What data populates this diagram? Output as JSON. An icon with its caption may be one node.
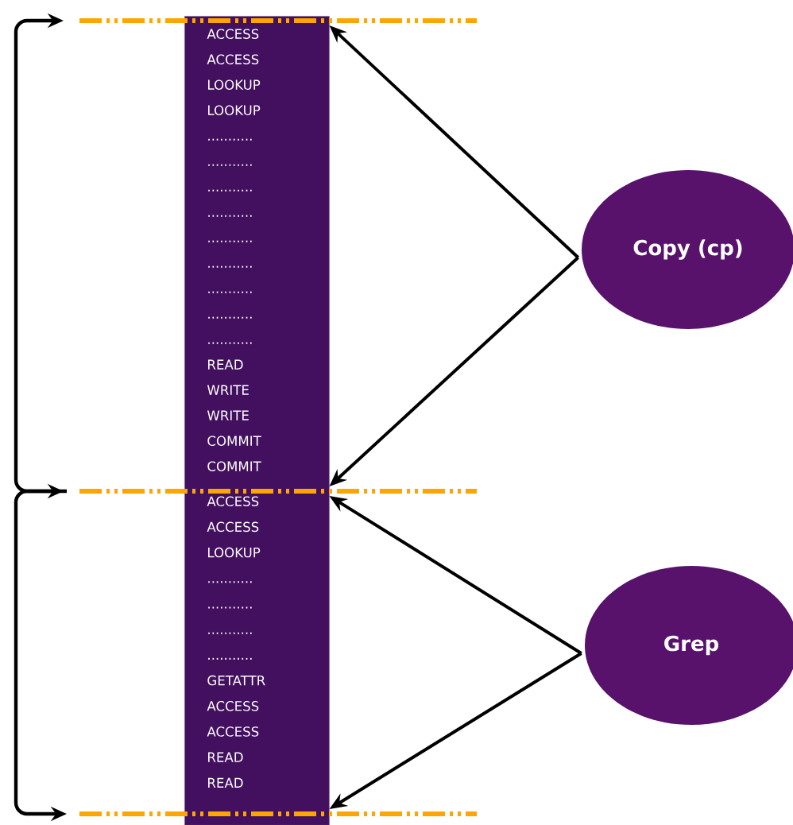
{
  "diagram": {
    "nodes": [
      {
        "text": [
          "ACCESS",
          "ACCESS",
          "LOOKUP",
          "LOOKUP",
          "...........",
          "...........",
          "...........",
          "...........",
          "...........",
          "...........",
          "...........",
          "...........",
          "...........",
          "READ",
          "WRITE",
          "WRITE",
          "COMMIT",
          "COMMIT",
          "ACCESS",
          "ACCESS",
          "LOOKUP",
          "...........",
          "...........",
          "...........",
          "...........",
          "GETATTR",
          "ACCESS",
          "ACCESS",
          "READ",
          "READ"
        ]
      },
      {
        "text": [],
        "shape": "line"
      },
      {
        "text": [],
        "shape": "line"
      },
      {
        "text": [],
        "shape": "line"
      },
      {
        "text": [
          "Copy (cp)"
        ]
      },
      {
        "text": [
          "Grep"
        ]
      }
    ],
    "edges": [
      {
        "from": 4,
        "to": 1,
        "arrow": "to"
      },
      {
        "from": 4,
        "to": 2,
        "arrow": "to"
      },
      {
        "from": 5,
        "to": 2,
        "arrow": "to"
      },
      {
        "from": 5,
        "to": 3,
        "arrow": "to"
      }
    ]
  }
}
